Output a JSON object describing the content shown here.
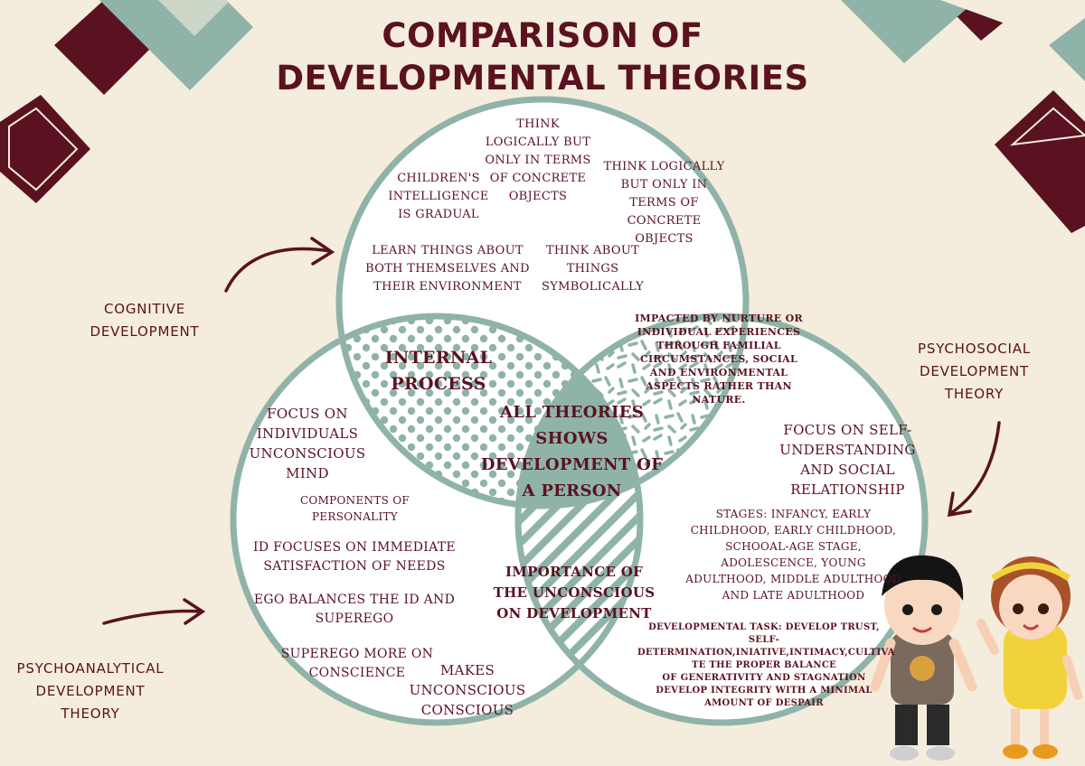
{
  "title": {
    "line1": "COMPARISON OF",
    "line2": "DEVELOPMENTAL THEORIES"
  },
  "side_labels": {
    "cognitive": [
      "COGNITIVE",
      "DEVELOPMENT"
    ],
    "psychosocial": [
      "PSYCHOSOCIAL",
      "DEVELOPMENT",
      "THEORY"
    ],
    "psychoanalytical": [
      "PSYCHOANALYTICAL",
      "DEVELOPMENT",
      "THEORY"
    ]
  },
  "cognitive_items": {
    "think_logically_top": [
      "THINK",
      "LOGICALLY BUT",
      "ONLY IN TERMS",
      "OF CONCRETE",
      "OBJECTS"
    ],
    "childrens_intelligence": [
      "CHILDREN'S",
      "INTELLIGENCE",
      "IS GRADUAL"
    ],
    "think_logically_right": [
      "THINK LOGICALLY",
      "BUT ONLY IN",
      "TERMS OF",
      "CONCRETE",
      "OBJECTS"
    ],
    "learn_things": [
      "LEARN THINGS ABOUT",
      "BOTH THEMSELVES AND",
      "THEIR ENVIRONMENT"
    ],
    "think_symbolically": [
      "THINK ABOUT",
      "THINGS",
      "SYMBOLICALLY"
    ]
  },
  "overlaps": {
    "internal_process": [
      "INTERNAL",
      "PROCESS"
    ],
    "nurture": [
      "IMPACTED BY NURTURE OR",
      "INDIVIDUAL EXPERIENCES",
      "THROUGH FAMILIAL",
      "CIRCUMSTANCES, SOCIAL",
      "AND ENVIRONMENTAL",
      "ASPECTS RATHER THAN",
      "NATURE."
    ],
    "unconscious": [
      "IMPORTANCE OF",
      "THE UNCONSCIOUS",
      "ON DEVELOPMENT"
    ],
    "center": [
      "ALL THEORIES",
      "SHOWS",
      "DEVELOPMENT OF",
      "A PERSON"
    ]
  },
  "psychoanalytical_items": {
    "focus_unconscious": [
      "FOCUS ON",
      "INDIVIDUALS",
      "UNCONSCIOUS",
      "MIND"
    ],
    "components": [
      "COMPONENTS OF",
      "PERSONALITY"
    ],
    "id_focuses": [
      "ID FOCUSES ON IMMEDIATE",
      "SATISFACTION OF NEEDS"
    ],
    "ego_balances": [
      "EGO BALANCES THE ID AND",
      "SUPEREGO"
    ],
    "superego": [
      "SUPEREGO MORE ON",
      "CONSCIENCE"
    ],
    "makes_unconscious": [
      "MAKES",
      "UNCONSCIOUS",
      "CONSCIOUS"
    ]
  },
  "psychosocial_items": {
    "focus_self": [
      "FOCUS ON SELF-",
      "UNDERSTANDING",
      "AND SOCIAL",
      "RELATIONSHIP"
    ],
    "stages": [
      "STAGES: INFANCY, EARLY",
      "CHILDHOOD, EARLY CHILDHOOD,",
      "SCHOOAL-AGE STAGE,",
      "ADOLESCENCE, YOUNG",
      "ADULTHOOD, MIDDLE ADULTHOOD",
      "AND LATE ADULTHOOD"
    ],
    "developmental_task": [
      "DEVELOPMENTAL TASK: DEVELOP TRUST,",
      "SELF-",
      "DETERMINATION,INIATIVE,INTIMACY,CULTIVA",
      "TE THE PROPER BALANCE",
      "OF GENERATIVITY AND STAGNATION",
      "DEVELOP INTEGRITY WITH A MINIMAL",
      "AMOUNT OF DESPAIR"
    ]
  },
  "colors": {
    "background": "#f4ecdc",
    "maroon": "#5a1220",
    "teal": "#8fb3a8",
    "teal_dark": "#7fa89c",
    "circle_fill": "#ffffff"
  },
  "icons": [
    "arrow-curved-icon",
    "corner-decoration-icon",
    "children-illustration"
  ]
}
